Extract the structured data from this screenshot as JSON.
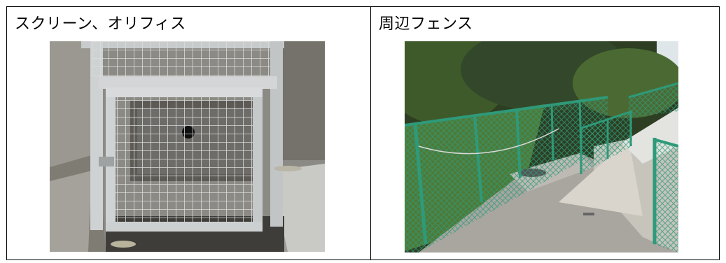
{
  "cells": [
    {
      "caption": "スクリーン、オリフィス",
      "photo_description": "metal screen gate with orifice"
    },
    {
      "caption": "周辺フェンス",
      "photo_description": "green chain-link fence around facility"
    }
  ],
  "colors": {
    "border": "#000000",
    "fence_green": "#2e9a7a"
  }
}
